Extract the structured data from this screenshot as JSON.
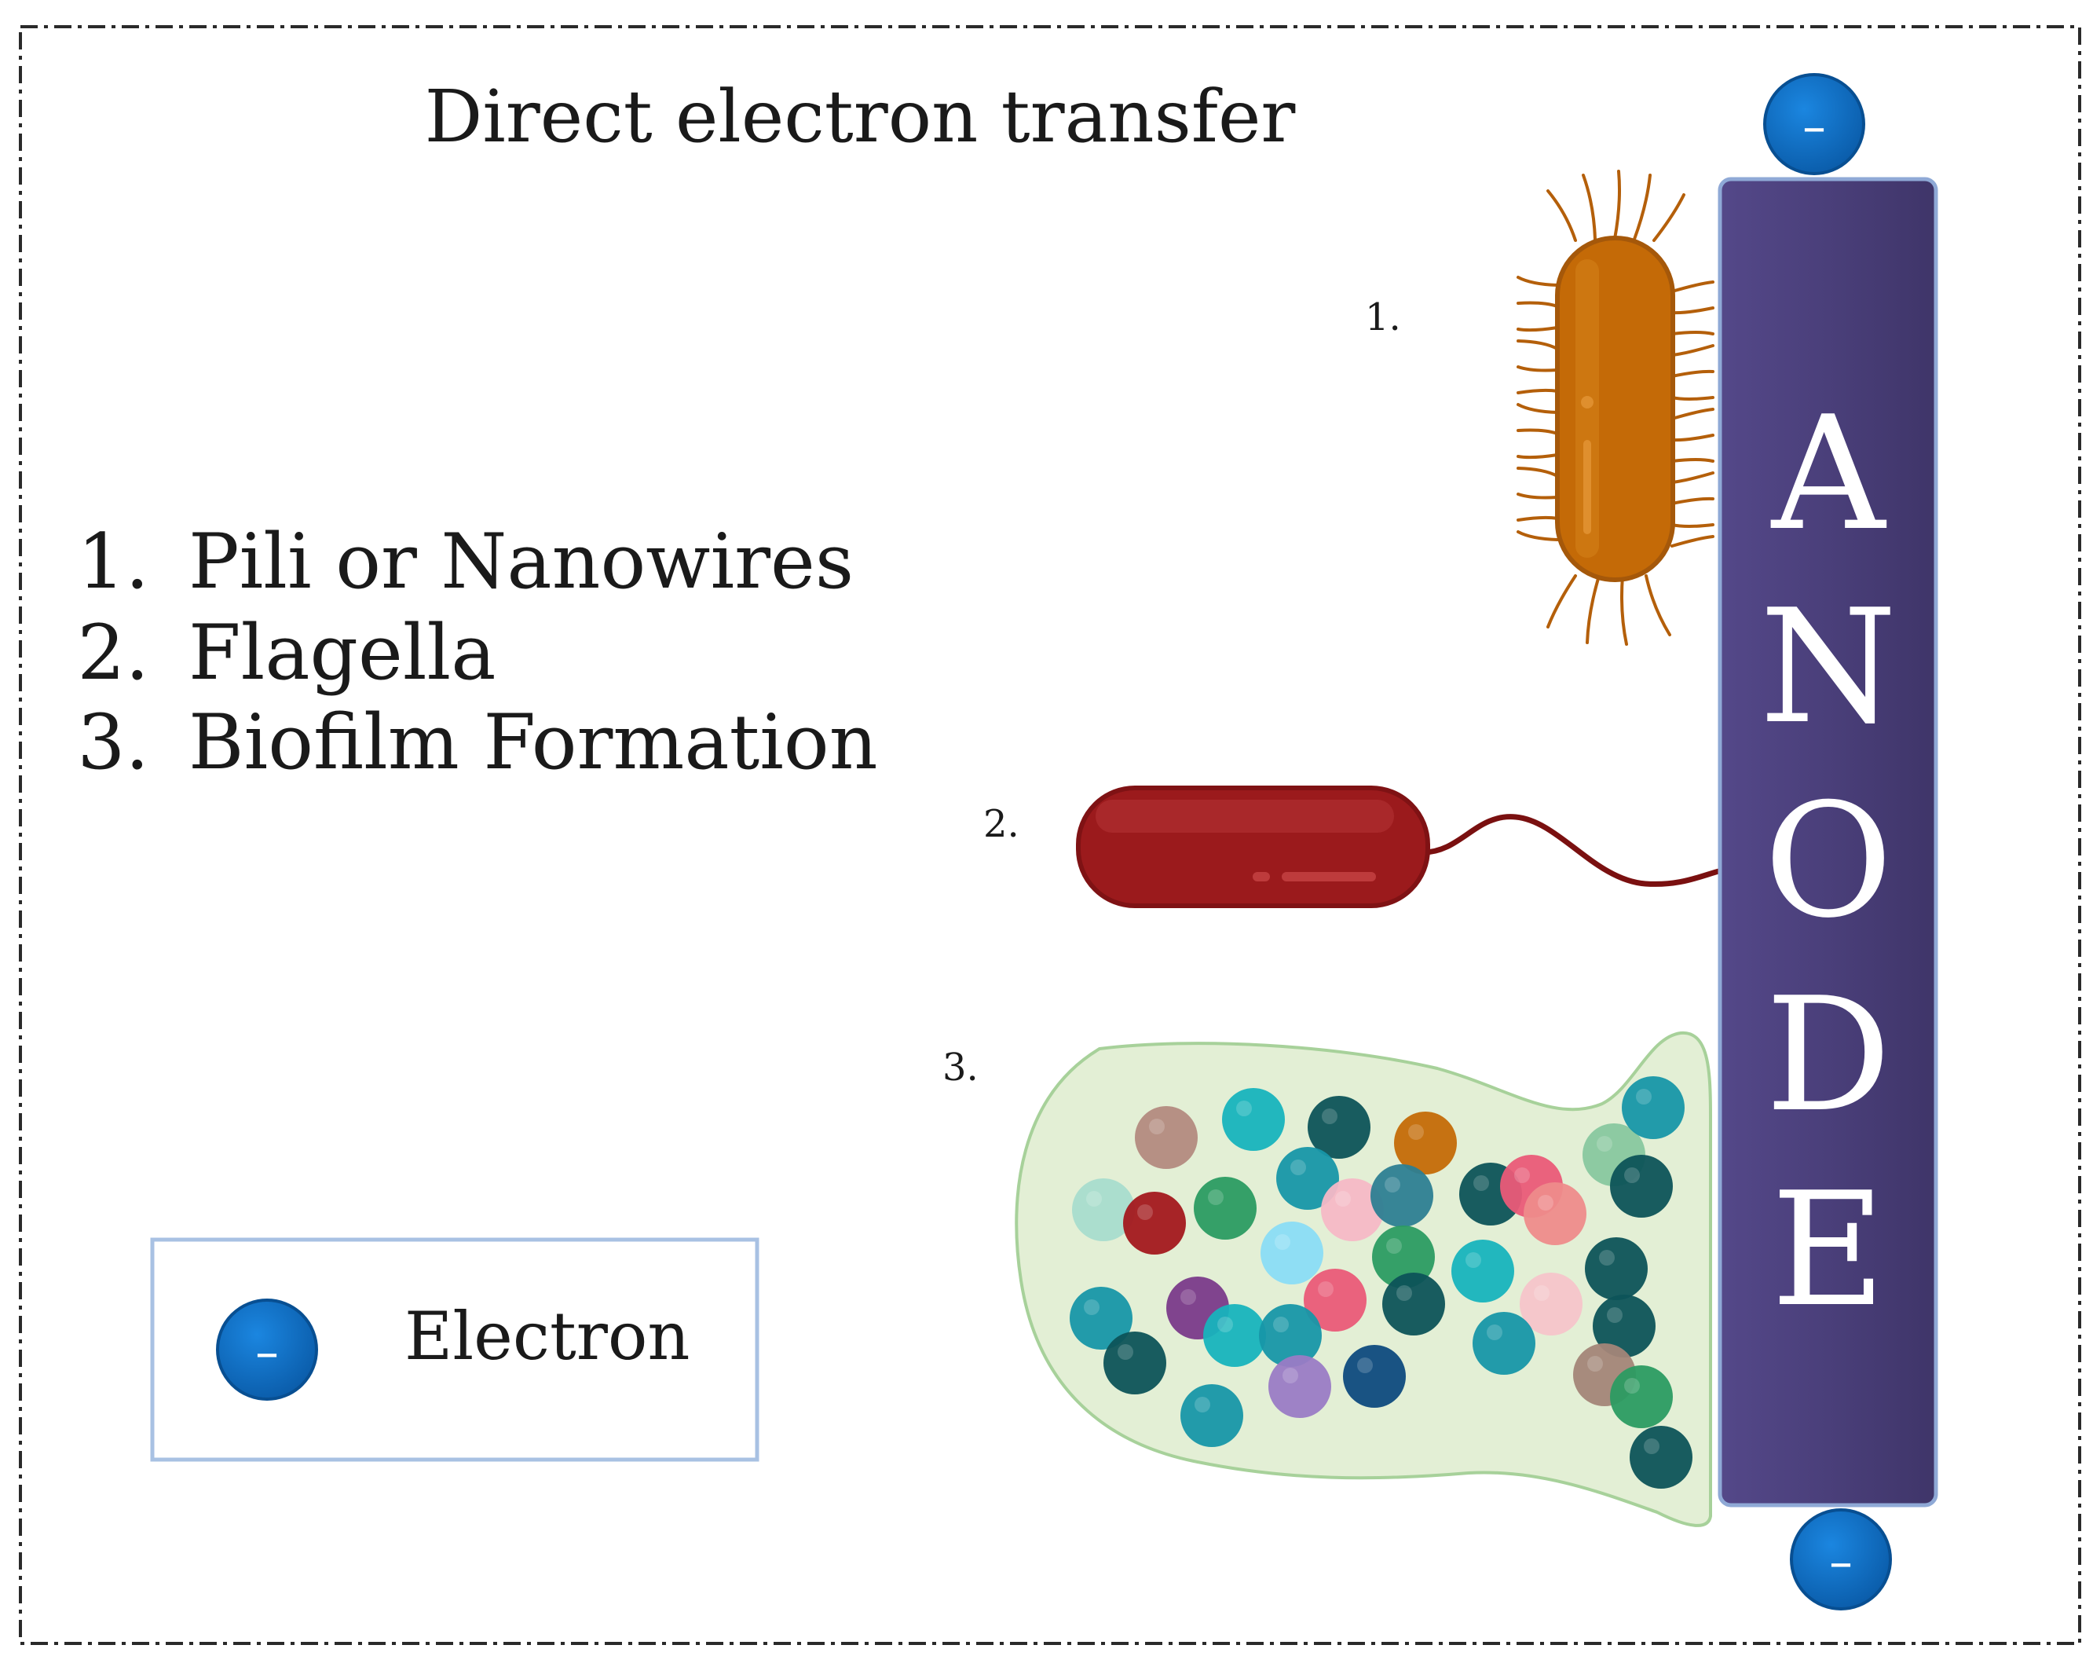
{
  "title": "Direct electron transfer",
  "mechanisms": [
    {
      "number": "1.",
      "label": "Pili or Nanowires"
    },
    {
      "number": "2.",
      "label": "Flagella"
    },
    {
      "number": "3.",
      "label": "Biofilm Formation"
    }
  ],
  "markers": [
    "1.",
    "2.",
    "3."
  ],
  "legend": {
    "symbol": "–",
    "label": "Electron"
  },
  "anode": {
    "letters": [
      "A",
      "N",
      "O",
      "D",
      "E"
    ]
  },
  "electron_symbol": "–",
  "colors": {
    "anode": "#4a3f7a",
    "electron": "#0b6cc0",
    "pili_bacterium": "#c46a07",
    "flagella_bacterium": "#9b1a1c",
    "biofilm": "#e3efd5",
    "legend_border": "#a8c1e3"
  }
}
